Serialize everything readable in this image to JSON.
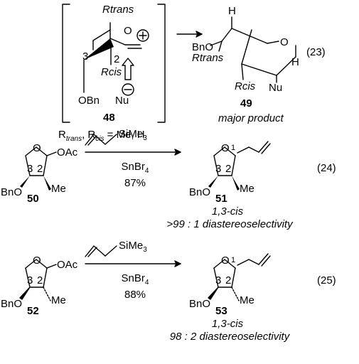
{
  "scheme": {
    "top": {
      "cation": {
        "rtrans": "Rtrans",
        "o_charge": "O",
        "num3": "3",
        "num2": "2",
        "rcis": "Rcis",
        "obn": "OBn",
        "nu_minus": "Nu",
        "label": "48",
        "subst_note": {
          "r1": "R",
          "r1_sub": "trans",
          "sep": ", ",
          "r2": "R",
          "r2_sub": "cis",
          "rest": " = Me, H"
        }
      },
      "product": {
        "h_top": "H",
        "bno": "BnO",
        "rtrans": "Rtrans",
        "o": "O",
        "h_right": "H",
        "rcis": "Rcis",
        "nu": "Nu",
        "label": "49",
        "caption": "major product"
      },
      "eq": "(23)"
    },
    "rxn24": {
      "sm": {
        "oac": "OAc",
        "n3": "3",
        "n2": "2",
        "bno": "BnO",
        "me": "Me",
        "o": "O",
        "label": "50"
      },
      "reagent": {
        "sime3": "SiMe3",
        "lewis_acid": "SnBr4",
        "yield": "87%"
      },
      "pr": {
        "o": "O",
        "n1": "1",
        "n3": "3",
        "n2": "2",
        "bno": "BnO",
        "me": "Me",
        "label": "51"
      },
      "selectivity": "1,3-cis",
      "ratio": ">99 : 1 diastereoselectivity",
      "eq": "(24)"
    },
    "rxn25": {
      "sm": {
        "oac": "OAc",
        "n3": "3",
        "n2": "2",
        "bno": "BnO",
        "me": "Me",
        "o": "O",
        "label": "52"
      },
      "reagent": {
        "sime3": "SiMe3",
        "lewis_acid": "SnBr4",
        "yield": "88%"
      },
      "pr": {
        "o": "O",
        "n1": "1",
        "n3": "3",
        "n2": "2",
        "bno": "BnO",
        "me": "Me",
        "label": "53"
      },
      "selectivity": "1,3-cis",
      "ratio": "98 : 2 diastereoselectivity",
      "eq": "(25)"
    }
  }
}
